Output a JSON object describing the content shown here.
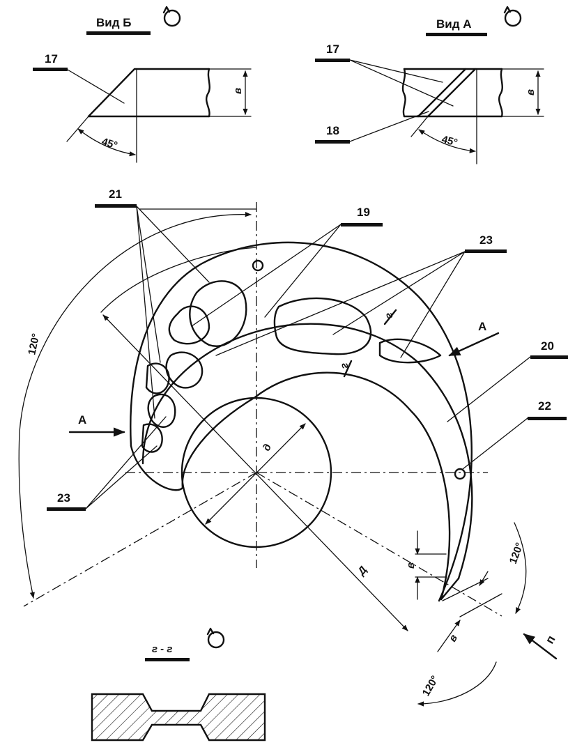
{
  "views": {
    "view_b": "Вид Б",
    "view_a": "Вид А",
    "section": "г - г"
  },
  "callouts": {
    "c17_left": "17",
    "c17_right": "17",
    "c18": "18",
    "c19": "19",
    "c20": "20",
    "c21": "21",
    "c22": "22",
    "c23_top": "23",
    "c23_bottom": "23"
  },
  "dimensions": {
    "angle_45_left": "45°",
    "angle_45_right": "45°",
    "angle_120_left": "120°",
    "angle_120_right": "120°",
    "angle_120_bottom": "120°",
    "thickness_b_left": "в",
    "thickness_b_right": "в",
    "thickness_b_tail_top": "в",
    "thickness_b_tail_bot": "в",
    "diam_small": "д",
    "diam_large": "Д"
  },
  "markers": {
    "arrow_a_left": "А",
    "arrow_a_right": "А",
    "arrow_p": "п",
    "cut_g_top": "г",
    "cut_g_mid": "г"
  },
  "colors": {
    "ink": "#111111",
    "paper": "#ffffff"
  }
}
